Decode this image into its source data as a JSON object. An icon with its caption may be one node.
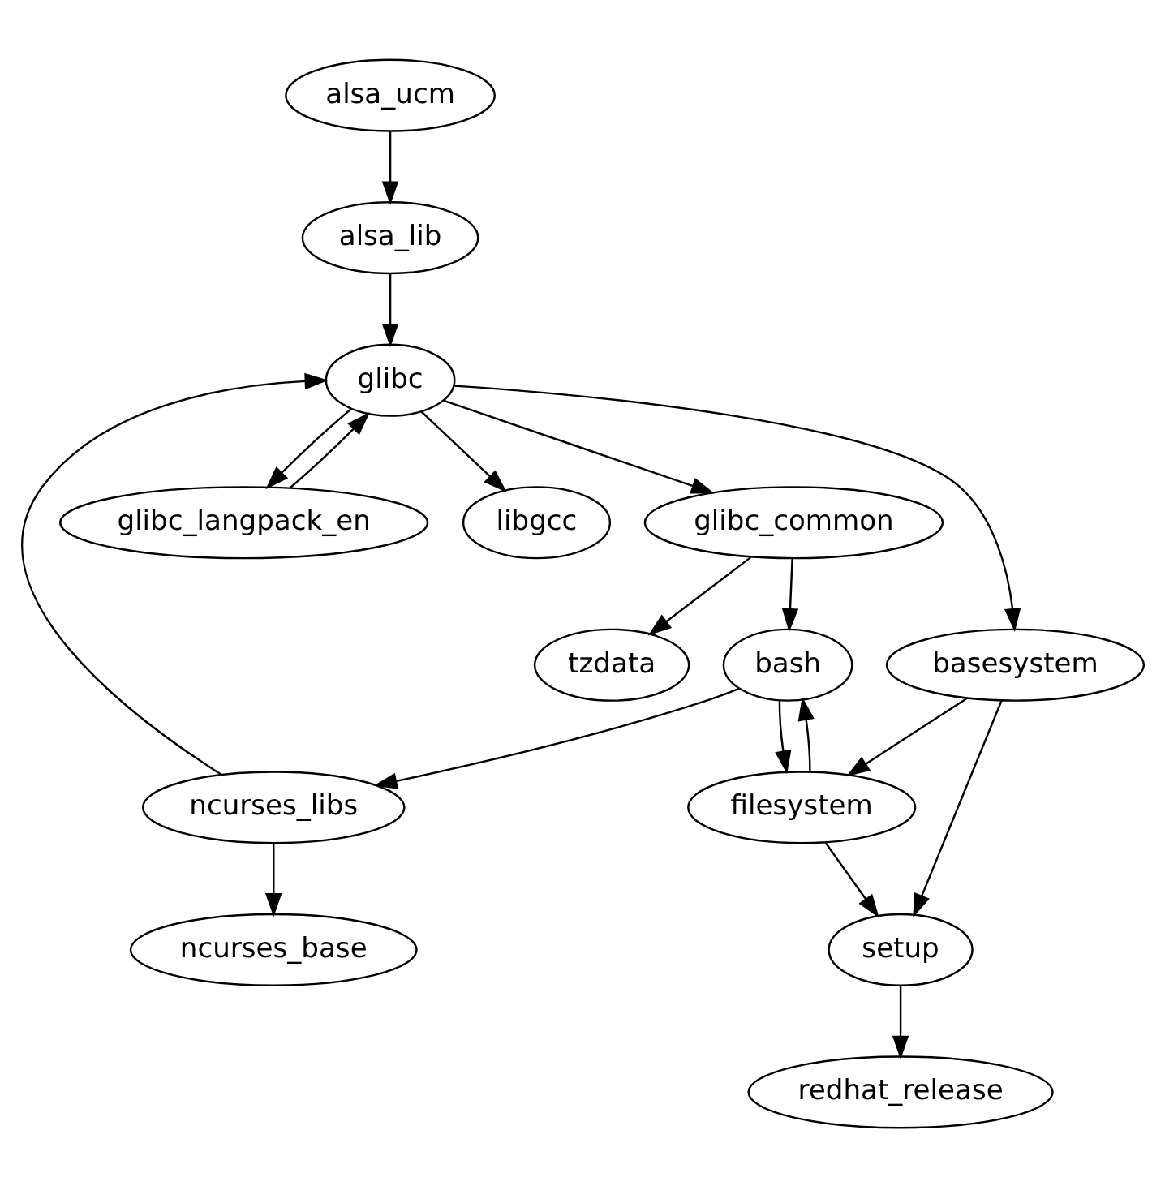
{
  "diagram": {
    "nodes": [
      {
        "text": [
          "alsa_ucm"
        ]
      },
      {
        "text": [
          "alsa_lib"
        ]
      },
      {
        "text": [
          "glibc"
        ]
      },
      {
        "text": [
          "glibc_common"
        ]
      },
      {
        "text": [
          "glibc_langpack_en"
        ]
      },
      {
        "text": [
          "libgcc"
        ]
      },
      {
        "text": [
          "tzdata"
        ]
      },
      {
        "text": [
          "bash"
        ]
      },
      {
        "text": [
          "basesystem"
        ]
      },
      {
        "text": [
          "ncurses_libs"
        ]
      },
      {
        "text": [
          "filesystem"
        ]
      },
      {
        "text": [
          "ncurses_base"
        ]
      },
      {
        "text": [
          "setup"
        ]
      },
      {
        "text": [
          "redhat_release"
        ]
      }
    ],
    "edges": [
      {
        "from": 0,
        "to": 1,
        "arrow": "to"
      },
      {
        "from": 1,
        "to": 2,
        "arrow": "to"
      },
      {
        "from": 2,
        "to": 3,
        "arrow": "to"
      },
      {
        "from": 2,
        "to": 4,
        "arrow": "to"
      },
      {
        "from": 4,
        "to": 2,
        "arrow": "to"
      },
      {
        "from": 2,
        "to": 5,
        "arrow": "to"
      },
      {
        "from": 2,
        "to": 8,
        "arrow": "to"
      },
      {
        "from": 3,
        "to": 6,
        "arrow": "to"
      },
      {
        "from": 3,
        "to": 7,
        "arrow": "to"
      },
      {
        "from": 7,
        "to": 9,
        "arrow": "to"
      },
      {
        "from": 7,
        "to": 10,
        "arrow": "to"
      },
      {
        "from": 10,
        "to": 7,
        "arrow": "to"
      },
      {
        "from": 8,
        "to": 10,
        "arrow": "to"
      },
      {
        "from": 8,
        "to": 12,
        "arrow": "to"
      },
      {
        "from": 9,
        "to": 2,
        "arrow": "to"
      },
      {
        "from": 9,
        "to": 11,
        "arrow": "to"
      },
      {
        "from": 10,
        "to": 12,
        "arrow": "to"
      },
      {
        "from": 12,
        "to": 13,
        "arrow": "to"
      }
    ]
  }
}
